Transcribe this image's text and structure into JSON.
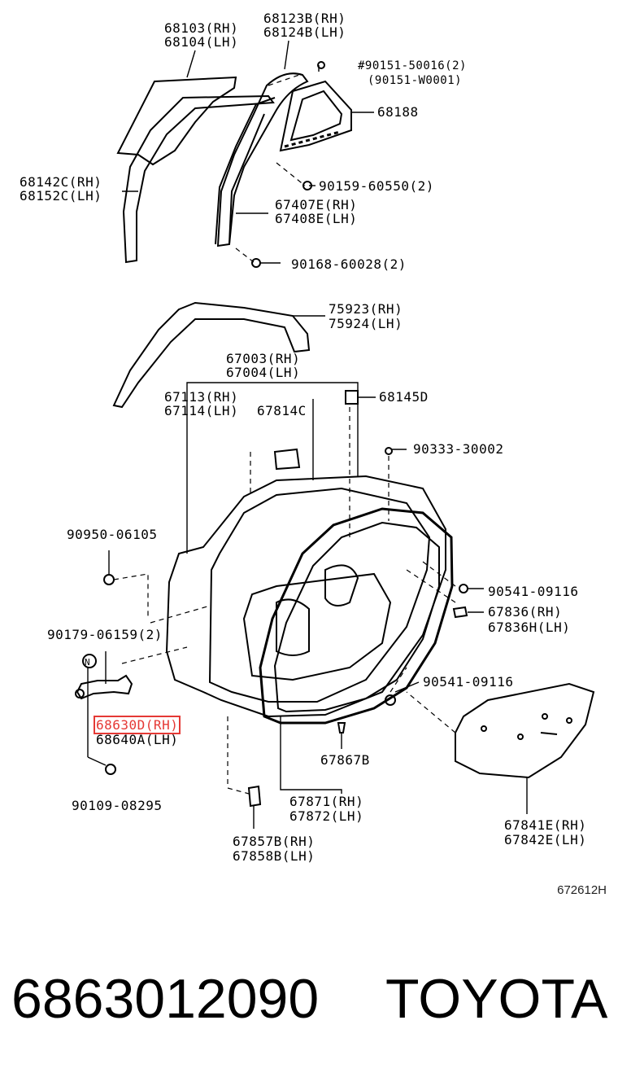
{
  "labels": {
    "l68103": "68103(RH)",
    "l68104": "68104(LH)",
    "l68123": "68123B(RH)",
    "l68124": "68124B(LH)",
    "l90151a": "#90151-50016(2)",
    "l90151b": "(90151-W0001)",
    "l68188": "68188",
    "l68142": "68142C(RH)",
    "l68152": "68152C(LH)",
    "l90159": "90159-60550(2)",
    "l67407": "67407E(RH)",
    "l67408": "67408E(LH)",
    "l90168": "90168-60028(2)",
    "l75923": "75923(RH)",
    "l75924": "75924(LH)",
    "l67003": "67003(RH)",
    "l67004": "67004(LH)",
    "l67113": "67113(RH)",
    "l67114": "67114(LH)",
    "l67814": "67814C",
    "l68145": "68145D",
    "l90333": "90333-30002",
    "l90950": "90950-06105",
    "l90541a": "90541-09116",
    "l67836": "67836(RH)",
    "l67836h": "67836H(LH)",
    "l90179": "90179-06159(2)",
    "lN": "N",
    "l90541b": "90541-09116",
    "l68630": "68630D(RH)",
    "l68640": "68640A(LH)",
    "l67867": "67867B",
    "l90109": "90109-08295",
    "l67871": "67871(RH)",
    "l67872": "67872(LH)",
    "l67841": "67841E(RH)",
    "l67842": "67842E(LH)",
    "l67857": "67857B(RH)",
    "l67858": "67858B(LH)"
  },
  "highlight_color": "#e53935",
  "diagram_code": "672612H",
  "part_number": "6863012090",
  "brand": "TOYOTA"
}
